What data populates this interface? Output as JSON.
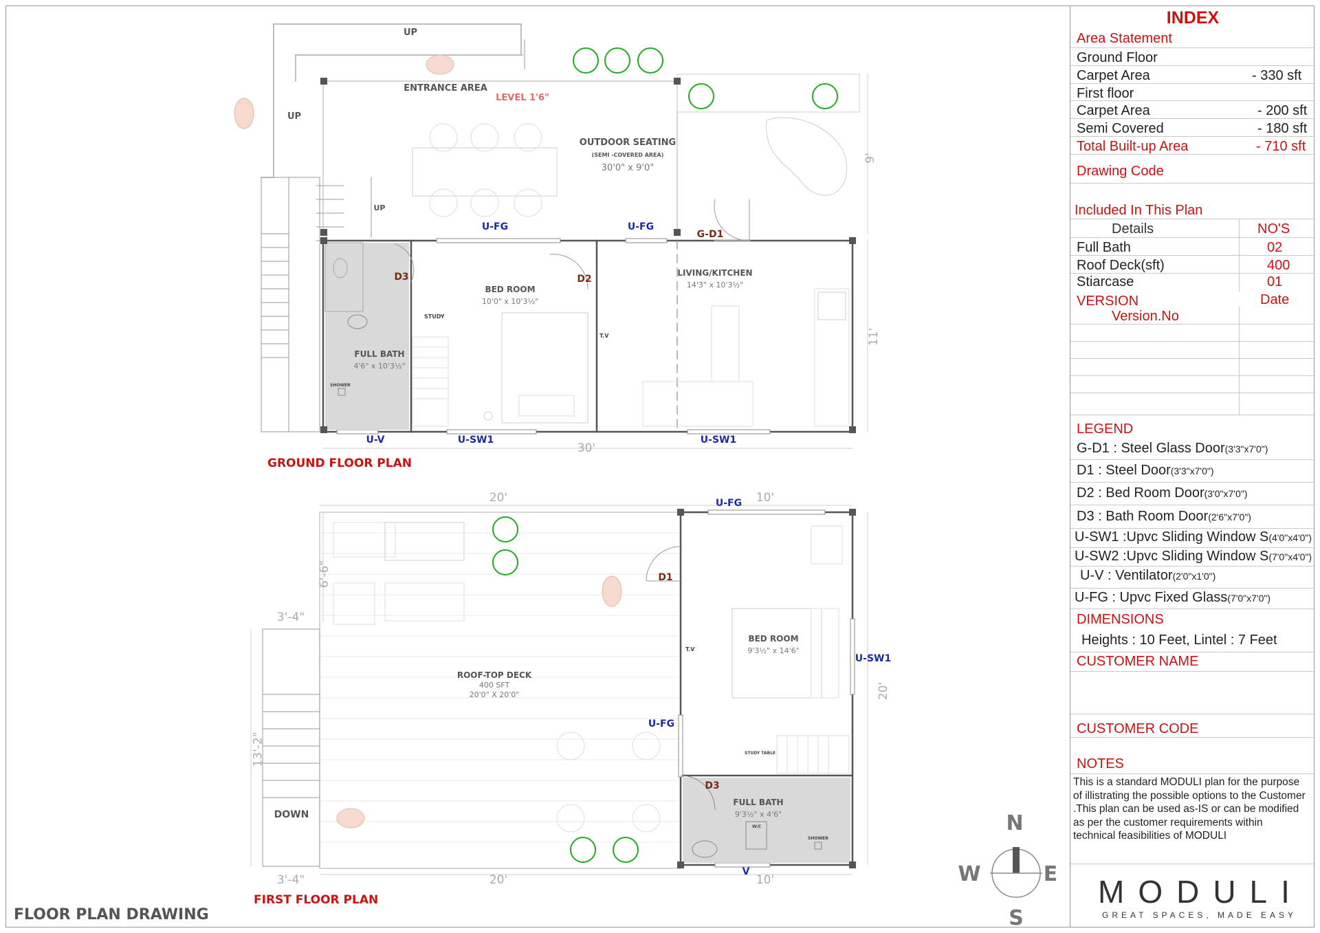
{
  "drawing": {
    "sheet_title": "FLOOR PLAN DRAWING",
    "ground_floor": {
      "title": "GROUND FLOOR PLAN",
      "labels": {
        "up_top": "UP",
        "up_left": "UP",
        "up_stair": "UP",
        "entrance": "ENTRANCE AREA",
        "level": "LEVEL 1'6\"",
        "outdoor": "OUTDOOR SEATING",
        "outdoor_sub": "(SEMI -COVERED AREA)",
        "outdoor_dim": "30'0\" x 9'0\"",
        "bedroom": "BED ROOM",
        "bedroom_dim": "10'0\" x 10'3½\"",
        "living": "LIVING/KITCHEN",
        "living_dim": "14'3\" x 10'3½\"",
        "bath": "FULL BATH",
        "bath_dim": "4'6\" x 10'3½\"",
        "study": "STUDY",
        "tv": "T.V",
        "shower": "SHOWER",
        "ufg1": "U-FG",
        "ufg2": "U-FG",
        "gd1": "G-D1",
        "d3": "D3",
        "d2": "D2",
        "uv": "U-V",
        "usw1a": "U-SW1",
        "usw1b": "U-SW1",
        "dim_bottom": "30'",
        "dim_right_top": "9'",
        "dim_right_bottom": "11'"
      }
    },
    "first_floor": {
      "title": "FIRST FLOOR PLAN",
      "labels": {
        "dim_top_left": "20'",
        "dim_top_right": "10'",
        "ufg_top": "U-FG",
        "dim_left_upper": "6'-6\"",
        "dim_left_lower": "13'-2\"",
        "dim_34_top": "3'-4\"",
        "dim_34_bottom": "3'-4\"",
        "roof": "ROOF-TOP DECK",
        "roof_area": "400 SFT",
        "roof_dim": "20'0\" X 20'0\"",
        "d1": "D1",
        "tv": "T.V",
        "bedroom": "BED ROOM",
        "bedroom_dim": "9'3½\" x 14'6\"",
        "usw1": "U-SW1",
        "dim_right": "20'",
        "ufg_mid": "U-FG",
        "study_table": "STUDY TABLE",
        "d3": "D3",
        "bath": "FULL BATH",
        "bath_dim": "9'3½\" x 4'6\"",
        "shower": "SHOWER",
        "wc": "W/C",
        "down": "DOWN",
        "v": "V",
        "dim_bottom_left": "20'",
        "dim_bottom_right": "10'"
      }
    },
    "compass": {
      "n": "N",
      "s": "S",
      "e": "E",
      "w": "W"
    }
  },
  "index": {
    "title": "INDEX",
    "area_statement": "Area Statement",
    "ground_floor": "Ground Floor",
    "carpet_area_label": "Carpet Area",
    "carpet_area_gf": "- 330 sft",
    "first_floor": "First floor",
    "carpet_area_ff": "- 200 sft",
    "semi_covered_label": "Semi Covered",
    "semi_covered": "- 180 sft",
    "total_label": "Total Built-up Area",
    "total": "-  710 sft",
    "drawing_code": "Drawing Code",
    "included": "Included In This Plan",
    "details_header": "Details",
    "nos_header": "NO'S",
    "items": [
      {
        "name": "Full Bath",
        "qty": "02"
      },
      {
        "name": "Roof Deck(sft)",
        "qty": "400"
      },
      {
        "name": "Stiarcase",
        "qty": "01"
      }
    ],
    "version": "VERSION",
    "date": "Date",
    "version_no": "Version.No",
    "legend_title": "LEGEND",
    "legend": [
      {
        "code": "G-D1 : Steel Glass Door",
        "size": "(3'3\"x7'0\")"
      },
      {
        "code": "D1 : Steel Door",
        "size": "(3'3\"x7'0\")"
      },
      {
        "code": "D2 : Bed Room Door",
        "size": "(3'0\"x7'0\")"
      },
      {
        "code": "D3 : Bath Room Door",
        "size": "(2'6\"x7'0\")"
      },
      {
        "code": "U-SW1 :Upvc Sliding Window S",
        "size": "(4'0\"x4'0\")"
      },
      {
        "code": "U-SW2 :Upvc Sliding Window S",
        "size": "(7'0\"x4'0\")"
      },
      {
        "code": "U-V    : Ventilator",
        "size": "(2'0\"x1'0\")"
      },
      {
        "code": "U-FG   : Upvc Fixed Glass",
        "size": "(7'0\"x7'0\")"
      }
    ],
    "dimensions_title": "DIMENSIONS",
    "dimensions": "Heights : 10 Feet, Lintel : 7 Feet",
    "customer_name": "CUSTOMER NAME",
    "customer_code": "CUSTOMER CODE",
    "notes_title": "NOTES",
    "notes": "This is a standard MODULI plan for the purpose of illistrating the possible options to the Customer .This plan can be used as-IS or can be modified as per the customer requirements within technical feasibilities of MODULI",
    "logo": "MODULI",
    "tagline": "GREAT SPACES, MADE EASY"
  },
  "colors": {
    "accent_red": "#cc1111",
    "tag_blue": "#1a2aa8",
    "door_brown": "#7a2a10",
    "bath_fill": "#d9d9d9",
    "tree_green": "#22aa22"
  }
}
